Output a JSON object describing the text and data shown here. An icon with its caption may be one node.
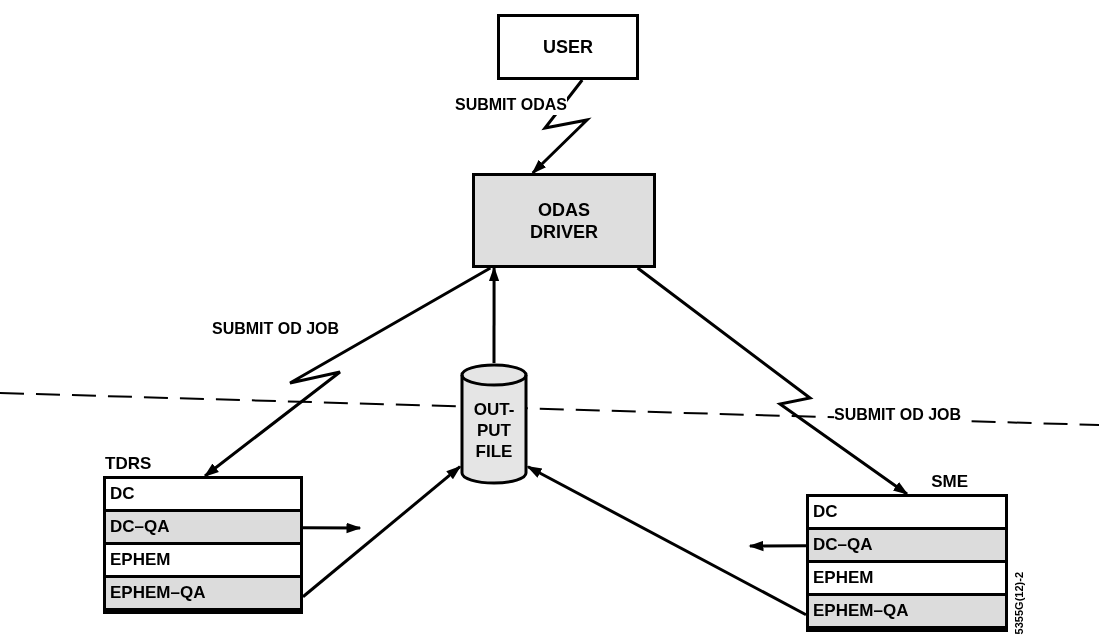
{
  "diagram": {
    "nodes": [
      {
        "text": [
          "USER"
        ]
      },
      {
        "text": [
          "ODAS DRIVER"
        ]
      },
      {
        "text": [
          "OUT- PUT FILE"
        ]
      },
      {
        "text": [
          "TDRS"
        ]
      },
      {
        "text": [
          "DC"
        ],
        "in": 3
      },
      {
        "text": [
          "DC–QA"
        ],
        "in": 3
      },
      {
        "text": [
          "EPHEM"
        ],
        "in": 3
      },
      {
        "text": [
          "EPHEM–QA"
        ],
        "in": 3
      },
      {
        "text": [
          "SME"
        ]
      },
      {
        "text": [
          "DC"
        ],
        "in": 8
      },
      {
        "text": [
          "DC–QA"
        ],
        "in": 8
      },
      {
        "text": [
          "EPHEM"
        ],
        "in": 8
      },
      {
        "text": [
          "EPHEM–QA"
        ],
        "in": 8
      }
    ],
    "edges": [
      {
        "from": 0,
        "to": 1,
        "arrow": "to",
        "label": "SUBMIT ODAS"
      },
      {
        "from": 1,
        "to": 3,
        "arrow": "to",
        "label": "SUBMIT OD JOB"
      },
      {
        "from": 1,
        "to": 8,
        "arrow": "to",
        "label": "SUBMIT OD JOB"
      },
      {
        "from": 2,
        "to": 1,
        "arrow": "to"
      },
      {
        "from": 7,
        "to": 2,
        "arrow": "to"
      },
      {
        "from": 5,
        "to": null,
        "arrow": "to"
      },
      {
        "from": 12,
        "to": 2,
        "arrow": "to"
      },
      {
        "from": 10,
        "to": null,
        "arrow": "to"
      }
    ],
    "labels": [
      "5355G(12)-2"
    ]
  }
}
